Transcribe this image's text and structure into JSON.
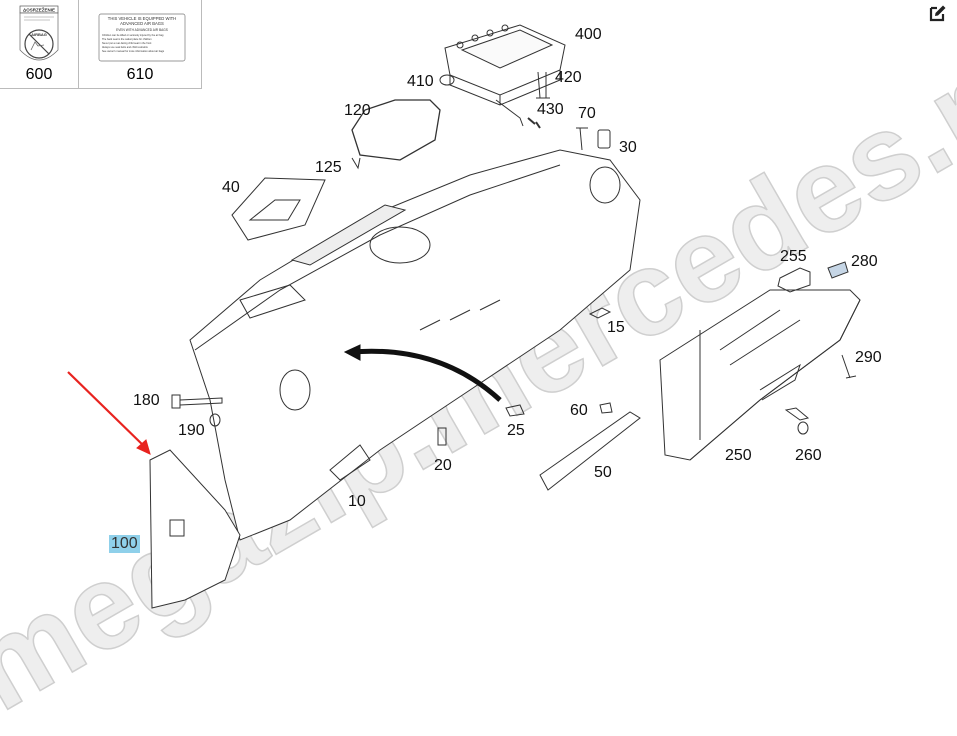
{
  "watermark": "megazip.mercedes.ru",
  "toolbar": {
    "edit_icon": "edit-icon"
  },
  "label_boxes": [
    {
      "number": "600",
      "sticker_title": "ΔOSRZEŽENIE",
      "sticker_caption": "AIRBAG"
    },
    {
      "number": "610",
      "line1": "THIS VEHICLE IS EQUIPPED WITH",
      "line2": "ADVANCED AIR BAGS",
      "line3": "EVEN WITH ADVANCED AIR BAGS",
      "bullets": [
        "Children can be killed or seriously injured by the air bag",
        "The back seat is the safest place for children",
        "Never put a rear-facing child seat in the front",
        "Always use seat belts and child restraints",
        "See owner's manual for more information about air bags"
      ]
    }
  ],
  "callouts": {
    "c400": "400",
    "c410": "410",
    "c420": "420",
    "c430": "430",
    "c70": "70",
    "c30": "30",
    "c120": "120",
    "c125": "125",
    "c40": "40",
    "c15": "15",
    "c255": "255",
    "c280": "280",
    "c290": "290",
    "c250": "250",
    "c260": "260",
    "c60": "60",
    "c50": "50",
    "c25": "25",
    "c20": "20",
    "c10": "10",
    "c180": "180",
    "c190": "190",
    "c100": "100"
  },
  "highlighted_part": "100",
  "colors": {
    "arrow": "#e8231f",
    "highlight": "#8fd0ea",
    "line": "#333333"
  }
}
